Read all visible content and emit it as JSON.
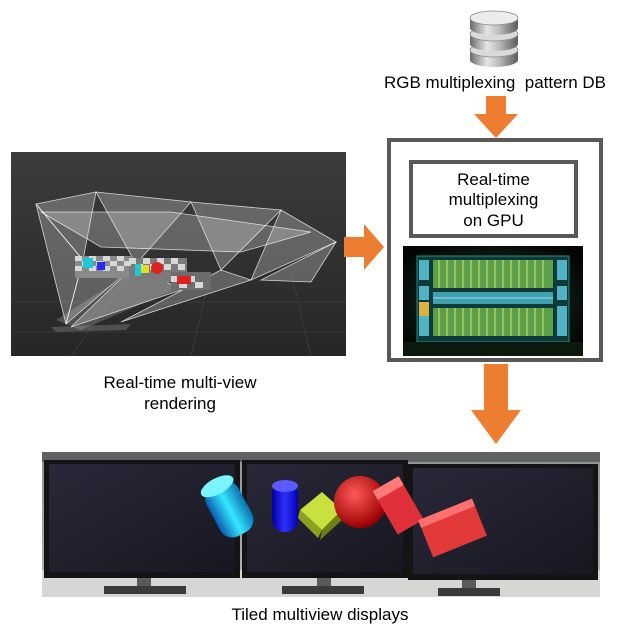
{
  "database": {
    "icon": "database-icon",
    "label": "RGB multiplexing  pattern DB"
  },
  "gpu": {
    "title": "Real-time multiplexing on GPU",
    "title_lines": [
      "Real-time",
      "multiplexing",
      "on GPU"
    ]
  },
  "rendering": {
    "caption_lines": [
      "Real-time multi-view",
      "rendering"
    ]
  },
  "displays": {
    "caption": "Tiled multiview displays"
  },
  "colors": {
    "arrow": "#ED7D31",
    "box_border": "#595959"
  }
}
